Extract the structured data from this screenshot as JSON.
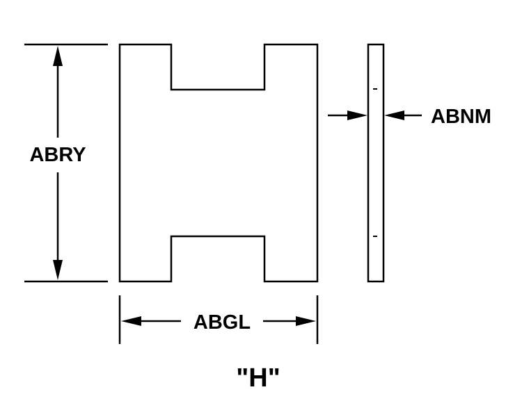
{
  "labels": {
    "height": "ABRY",
    "width": "ABGL",
    "thickness": "ABNM",
    "shape": "\"H\""
  },
  "colors": {
    "stroke": "#000000",
    "background": "#ffffff"
  }
}
